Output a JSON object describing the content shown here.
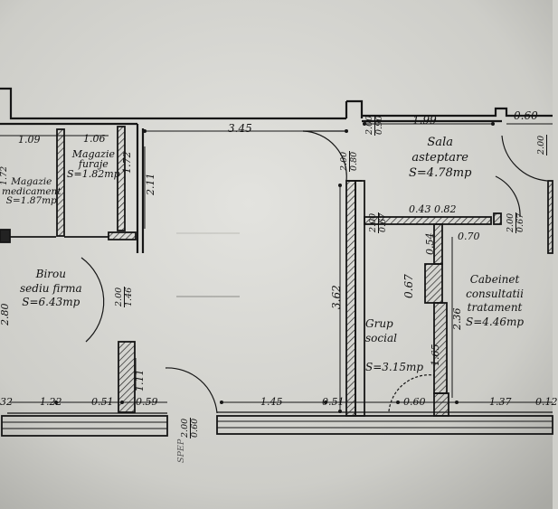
{
  "plan": {
    "rooms": {
      "magazie_med": {
        "lines": [
          "Magazie",
          "medicament",
          "S=1.87mp"
        ]
      },
      "magazie_fur": {
        "lines": [
          "Magazie",
          "furaje",
          "S=1.82mp"
        ]
      },
      "birou": {
        "lines": [
          "Birou",
          "sediu firma",
          "S=6.43mp"
        ]
      },
      "sala": {
        "lines": [
          "Sala",
          "asteptare",
          "S=4.78mp"
        ]
      },
      "grup": {
        "lines": [
          "Grup",
          "social",
          "S=3.15mp"
        ]
      },
      "cabinet": {
        "lines": [
          "Cabeinet",
          "consultatii",
          "tratament",
          "S=4.46mp"
        ]
      }
    },
    "dims": {
      "d_109": "1.09",
      "d_106": "1.06",
      "d_345": "3.45",
      "d_199": "1.99",
      "d_060_top": "0.60",
      "d_172": "1.72",
      "d_211": "2.11",
      "d_362": "3.62",
      "d_043_082": "0.43  0.82",
      "d_070": "0.70",
      "d_054": "0.54",
      "d_067": "0.67",
      "d_236": "2.36",
      "d_165": "1.65",
      "d_111": "1.11",
      "d_032": "32",
      "d_122": "1.22",
      "d_051": "0.51",
      "d_059": "0.59",
      "d_145": "1.45",
      "d_051b": "0.51",
      "d_060_bot": "0.60",
      "d_137": "1.37",
      "d_012": "0.12",
      "d_280": "2.80",
      "d_172_left": "1.72"
    },
    "doors": {
      "door_200_080": {
        "top": "2.00",
        "bottom": "0.80"
      },
      "door_200_090": {
        "top": "2.00",
        "bottom": "0.90"
      },
      "door_200_067": {
        "top": "2.00",
        "bottom": "0.67"
      },
      "door_200_146": {
        "top": "2.00",
        "bottom": "1.46"
      },
      "door_200_060": {
        "top": "2.00",
        "bottom": "0.60"
      },
      "door_200_070": {
        "top": "2.00",
        "bottom": "0.67"
      },
      "door_200_right": {
        "top": "2.00",
        "bottom": ""
      }
    },
    "stamp": "SPEP"
  }
}
